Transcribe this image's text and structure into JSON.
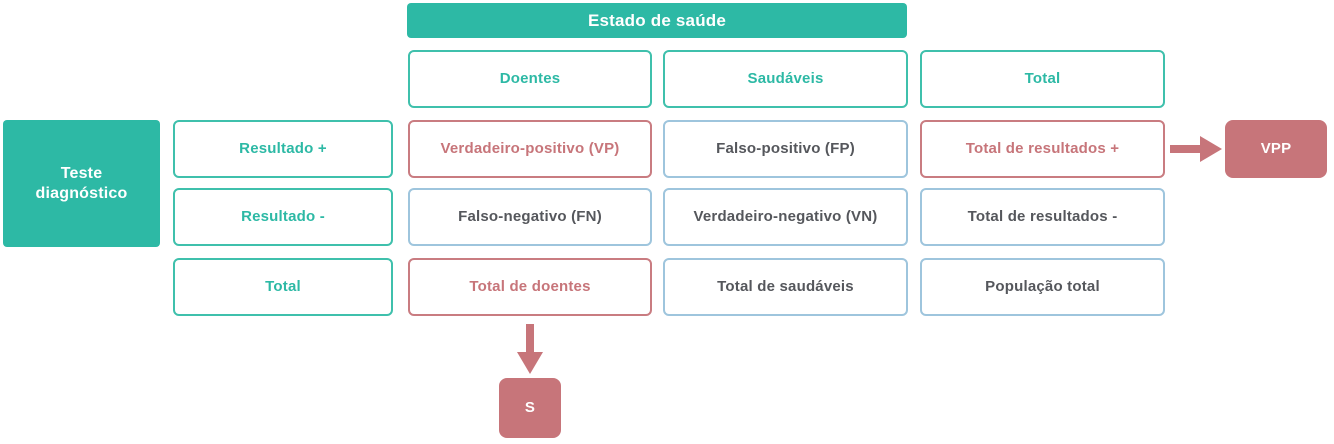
{
  "diagram": {
    "top_header": "Estado de saúde",
    "left_header": "Teste diagnóstico",
    "column_headers": [
      "Doentes",
      "Saudáveis",
      "Total"
    ],
    "row_headers": [
      "Resultado +",
      "Resultado -",
      "Total"
    ],
    "cells": {
      "vp": "Verdadeiro-positivo (VP)",
      "fp": "Falso-positivo (FP)",
      "total_resultados_pos": "Total de resultados +",
      "fn": "Falso-negativo (FN)",
      "vn": "Verdadeiro-negativo (VN)",
      "total_resultados_neg": "Total de resultados -",
      "total_doentes": "Total de doentes",
      "total_saudaveis": "Total de saudáveis",
      "populacao_total": "População total"
    },
    "callouts": {
      "vpp": "VPP",
      "s": "S"
    }
  },
  "palette": {
    "teal_fill": "#2db9a5",
    "teal_line": "#3fc0ac",
    "pink_fill": "#c7757a",
    "pink_line": "#c97c81",
    "blue_line": "#9ec5dd",
    "dark_text": "#55575c",
    "white": "#ffffff"
  }
}
